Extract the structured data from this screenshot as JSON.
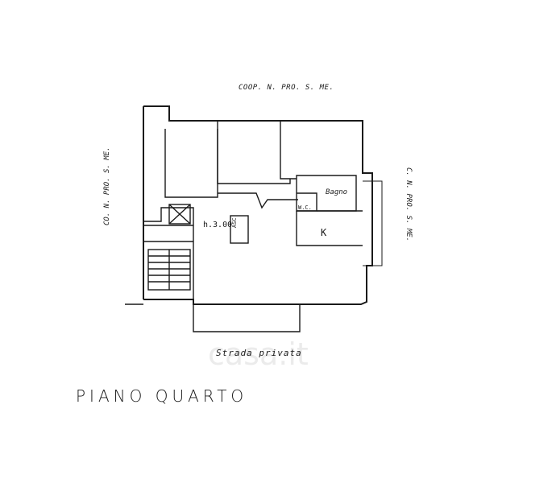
{
  "labels": {
    "neighbor_top": "COOP. N. PRO. S. ME.",
    "neighbor_left": "CO. N. PRO. S. ME.",
    "neighbor_right": "C. N. PRO. S. ME.",
    "street": "Strada privata",
    "bathroom": "Bagno",
    "wc": "W.C.",
    "kitchen": "K",
    "ceiling_height": "h.3.00",
    "lift": "ASC",
    "floor_title": "PIANO QUARTO",
    "watermark": "casa.it"
  },
  "colors": {
    "ink": "#1a1a1a",
    "paper": "#ffffff"
  }
}
